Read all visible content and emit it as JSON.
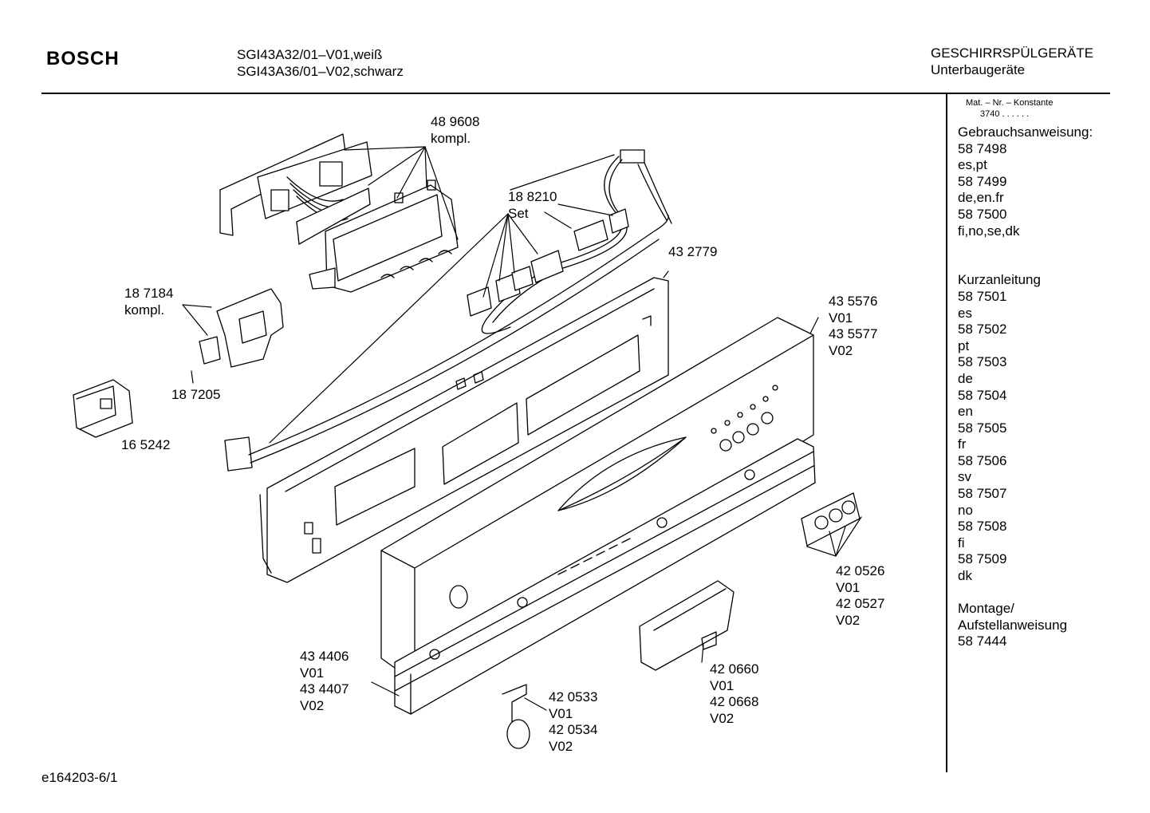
{
  "header": {
    "brand": "BOSCH",
    "models": [
      "SGI43A32/01–V01,weiß",
      "SGI43A36/01–V02,schwarz"
    ],
    "category": "GESCHIRRSPÜLGERÄTE",
    "subcategory": "Unterbaugeräte"
  },
  "sidebar": {
    "mat_nr_label": "Mat. – Nr. – Konstante",
    "mat_nr_value": "3740 .  .  .  .  .  .",
    "lines": [
      "Gebrauchsanweisung:",
      "58 7498",
      "es,pt",
      "58 7499",
      "de,en.fr",
      "58 7500",
      "fi,no,se,dk",
      "",
      "",
      "Kurzanleitung",
      "58 7501",
      "es",
      "58 7502",
      "pt",
      "58 7503",
      "de",
      "58 7504",
      "en",
      "58 7505",
      "fr",
      "58 7506",
      "sv",
      "58 7507",
      "no",
      "58 7508",
      "fi",
      "58 7509",
      "dk",
      "",
      "Montage/",
      "Aufstellanweisung",
      "58 7444"
    ]
  },
  "callouts": {
    "p489608": [
      "48 9608",
      "kompl."
    ],
    "p188210": [
      "18 8210",
      "Set"
    ],
    "p432779": [
      "43 2779"
    ],
    "p187184": [
      "18 7184",
      "kompl."
    ],
    "p187205": [
      "18 7205"
    ],
    "p165242": [
      "16 5242"
    ],
    "p435576": [
      "43 5576",
      "V01",
      "43 5577",
      "V02"
    ],
    "p420526": [
      "42 0526",
      "V01",
      "42 0527",
      "V02"
    ],
    "p434406": [
      "43 4406",
      "V01",
      "43 4407",
      "V02"
    ],
    "p420660": [
      "42 0660",
      "V01",
      "42 0668",
      "V02"
    ],
    "p420533": [
      "42 0533",
      "V01",
      "42 0534",
      "V02"
    ]
  },
  "footer": {
    "drawing_id": "e164203-6/1"
  }
}
